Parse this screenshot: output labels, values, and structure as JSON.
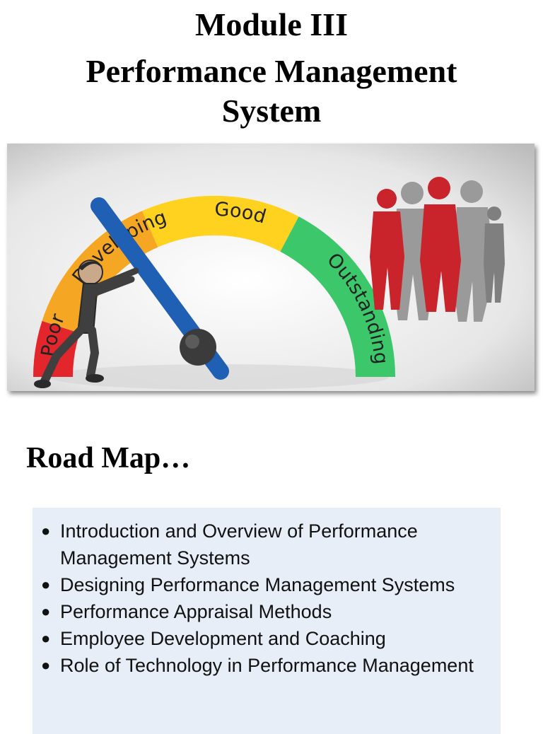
{
  "header": {
    "line1": "Module III",
    "line2": "Performance Management",
    "line3": "System"
  },
  "banner": {
    "gauge_labels": {
      "poor": "Poor",
      "developing": "Developing",
      "good": "Good",
      "outstanding": "Outstanding"
    },
    "colors": {
      "poor": "#e3262b",
      "developing": "#f5a623",
      "good": "#ffd21f",
      "outstanding": "#3cc76a",
      "needle": "#1f5fb4",
      "team_red": "#c9232c",
      "team_gray": "#9a9a9a"
    }
  },
  "roadmap": {
    "heading": "Road Map…",
    "items": [
      "Introduction and Overview of Performance Management Systems",
      "Designing Performance Management Systems",
      "Performance Appraisal Methods",
      "Employee Development and Coaching",
      "Role of Technology in Performance Management"
    ]
  }
}
